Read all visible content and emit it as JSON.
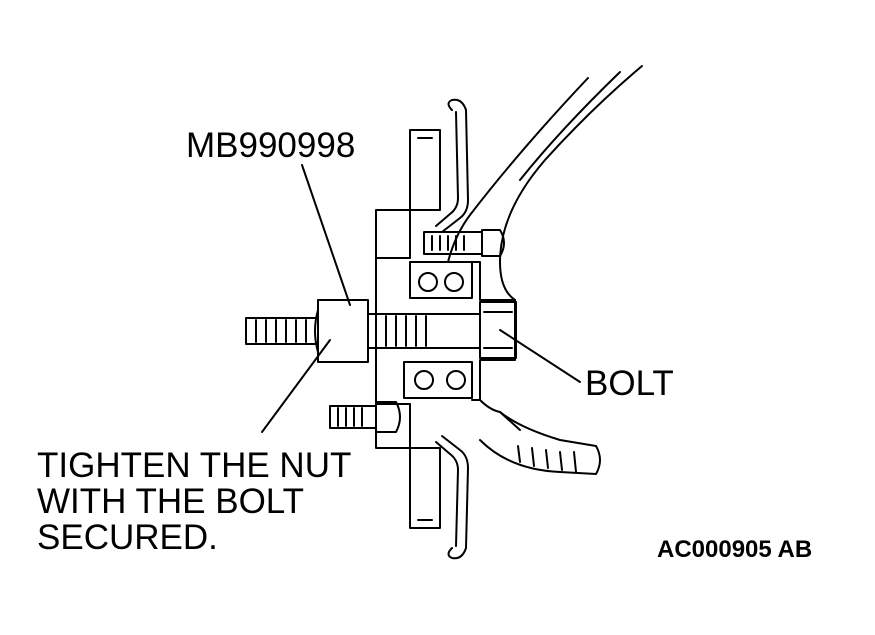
{
  "labels": {
    "special_tool": "MB990998",
    "bolt": "BOLT",
    "instruction_lines": [
      "TIGHTEN THE NUT",
      "WITH THE BOLT",
      "SECURED."
    ]
  },
  "figure_code": "AC000905 AB",
  "colors": {
    "line": "#000000",
    "background": "#ffffff"
  }
}
